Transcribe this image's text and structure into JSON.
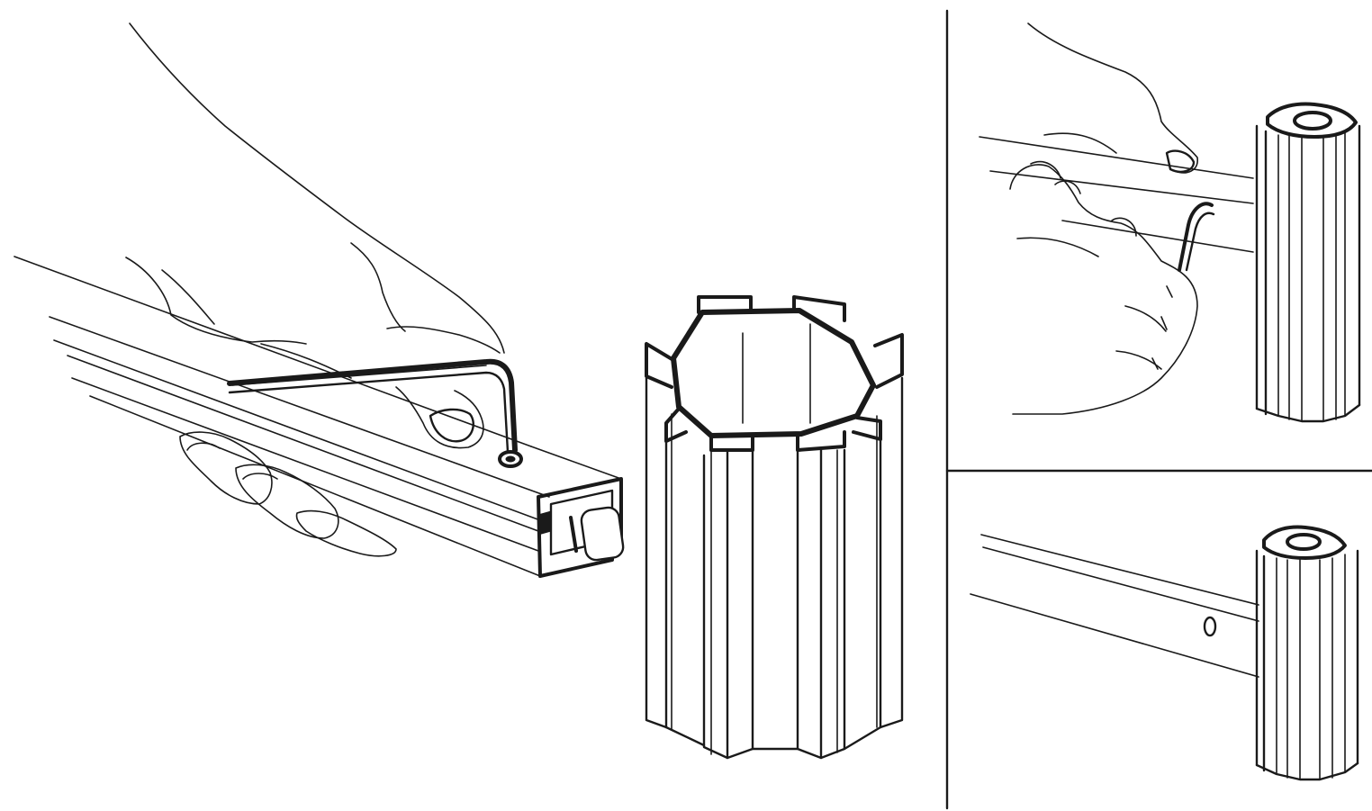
{
  "figure": {
    "panels": [
      {
        "id": "main",
        "subject": "hand-tightening-connector-with-hex-key"
      },
      {
        "id": "top-right",
        "subject": "hands-with-hex-key-at-post"
      },
      {
        "id": "bottom-right",
        "subject": "rail-joined-to-post"
      }
    ],
    "colors": {
      "ink": "#1a1a1a",
      "paper": "#ffffff"
    }
  }
}
